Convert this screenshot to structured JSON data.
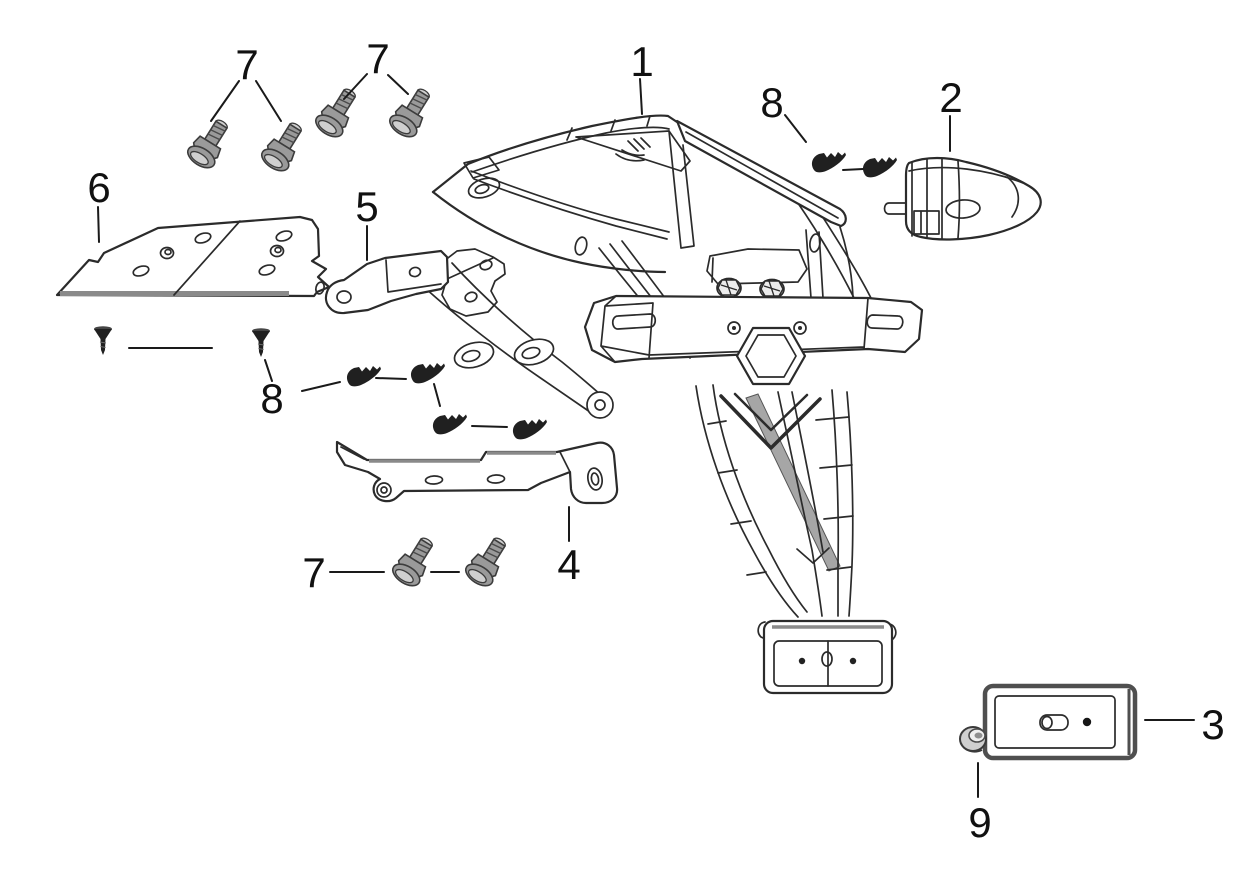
{
  "figure": {
    "type": "exploded-parts-diagram",
    "colors": {
      "background": "#ffffff",
      "line": "#2b2b2b",
      "label": "#111111",
      "leader": "#1a1a1a",
      "hardware_dark": "#202020",
      "hardware_gray": "#9a9a9a",
      "shade_gray": "#8a8a8a"
    },
    "callouts": {
      "c1": "1",
      "c2": "2",
      "c3": "3",
      "c4": "4",
      "c5": "5",
      "c6": "6",
      "c7_top_left": "7",
      "c7_top_right": "7",
      "c7_bottom": "7",
      "c8_top": "8",
      "c8_middle": "8",
      "c9": "9"
    }
  }
}
